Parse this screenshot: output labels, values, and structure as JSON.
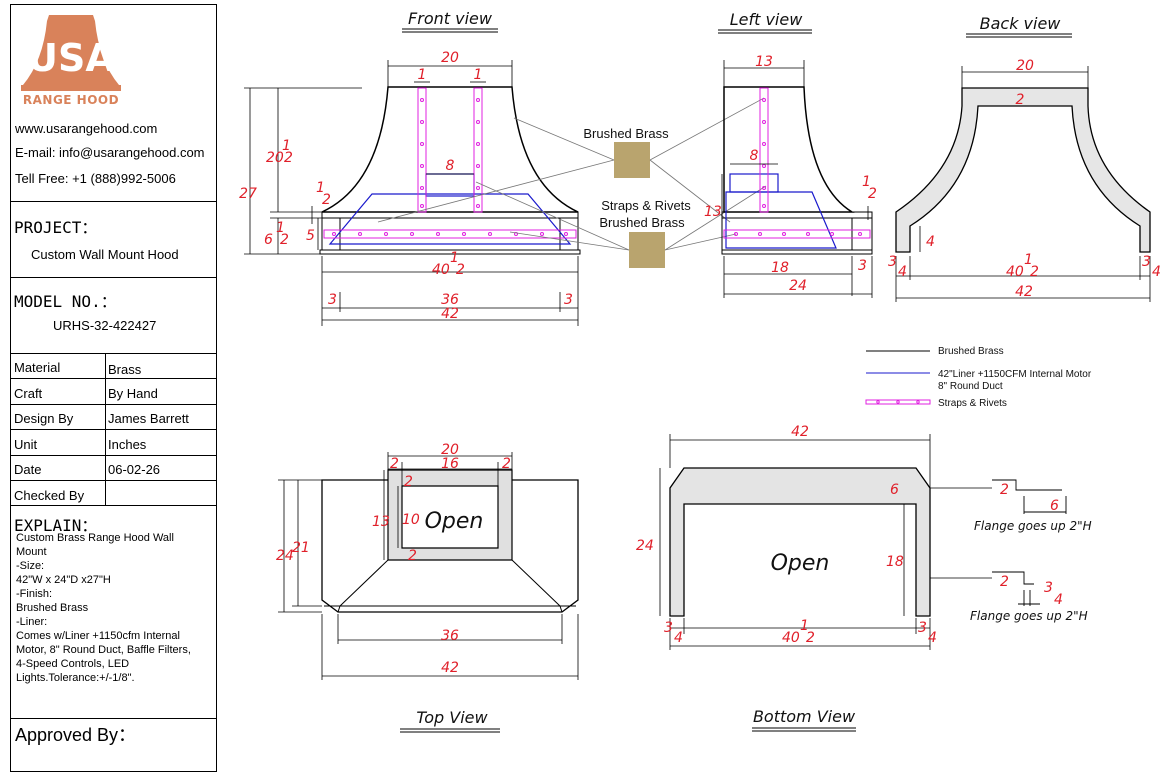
{
  "brand": {
    "logo_text": "USA",
    "logo_sub": "RANGE HOOD",
    "website": "www.usarangehood.com",
    "email": "E-mail: info@usarangehood.com",
    "phone": "Tell Free: +1 (888)992-5006",
    "logo_color": "#d9825a"
  },
  "project": {
    "label": "PROJECT：",
    "value": "Custom Wall Mount Hood"
  },
  "model": {
    "label": "MODEL NO.：",
    "value": "URHS-32-422427"
  },
  "specs": [
    {
      "label": "Material",
      "value": "Brass"
    },
    {
      "label": "Craft",
      "value": "By Hand"
    },
    {
      "label": "Design By",
      "value": "James Barrett"
    },
    {
      "label": "Unit",
      "value": "Inches"
    },
    {
      "label": "Date",
      "value": "06-02-26"
    },
    {
      "label": "Checked By",
      "value": ""
    }
  ],
  "explain": {
    "label": "EXPLAIN：",
    "lines": [
      "Custom Brass Range Hood Wall",
      "Mount",
      "-Size:",
      "42\"W x 24\"D x27\"H",
      "-Finish:",
      "Brushed Brass",
      "-Liner:",
      "Comes w/Liner +1150cfm Internal",
      "Motor, 8\" Round Duct, Baffle Filters,",
      "4-Speed Controls, LED",
      "Lights.Tolerance:+/-1/8\"."
    ]
  },
  "approved": {
    "label": "Approved By："
  },
  "views": {
    "front": "Front view",
    "left": "Left view",
    "back": "Back view",
    "top": "Top View",
    "bottom": "Bottom View"
  },
  "callouts": {
    "brushed_brass": "Brushed Brass",
    "straps_line1": "Straps & Rivets",
    "straps_line2": "Brushed Brass",
    "swatch_color": "#b9a46e"
  },
  "legend": {
    "items": [
      {
        "label": "Brushed Brass",
        "color": "#000000"
      },
      {
        "label": "42\"Liner +1150CFM Internal Motor",
        "label2": "8\" Round Duct",
        "color": "#1a1acc"
      },
      {
        "label": "Straps & Rivets",
        "color": "#e020e0"
      }
    ]
  },
  "open_label": "Open",
  "flange": {
    "note1": "Flange goes up 2\"H",
    "note2": "Flange goes up 2\"H"
  },
  "dims": {
    "front": {
      "top_width": "20",
      "strap1": "1",
      "strap2": "1",
      "height_total": "27",
      "upper_whole": "20",
      "upper_num": "1",
      "upper_den": "2",
      "upper_tick": "1",
      "upper_tick_den": "2",
      "band_height": "5",
      "lower_whole": "6",
      "lower_num": "1",
      "lower_den": "2",
      "liner_width": "8",
      "inner_whole": "40",
      "inner_num": "1",
      "inner_den": "2",
      "side_left": "3",
      "side_right": "3",
      "mid": "36",
      "overall": "42"
    },
    "left": {
      "top_width": "13",
      "liner_width": "8",
      "height": "13",
      "right_num": "1",
      "right_den": "2",
      "bottom_inner": "18",
      "bottom_side": "3",
      "overall": "24"
    },
    "back": {
      "top_width": "20",
      "top_thick": "2",
      "side_height": "4",
      "side_left_num": "3",
      "side_left_den": "4",
      "inner_whole": "40",
      "inner_num": "1",
      "inner_den": "2",
      "side_right_num": "3",
      "side_right_den": "4",
      "overall": "42"
    },
    "top": {
      "top_width": "20",
      "inner_width": "16",
      "frame_left": "2",
      "frame_right": "2",
      "opening_height": "10",
      "outer_height": "13",
      "frame_bottom": "2",
      "depth_inner": "21",
      "depth_outer": "24",
      "front_width": "36",
      "overall": "42"
    },
    "bottom": {
      "overall": "42",
      "band": "6",
      "depth": "24",
      "inner_depth": "18",
      "side_left_num": "3",
      "side_left_den": "4",
      "inner_whole": "40",
      "inner_num": "1",
      "inner_den": "2",
      "side_right_num": "3",
      "side_right_den": "4",
      "flange1_a": "2",
      "flange1_b": "6",
      "flange2_a": "2",
      "flange2_num": "3",
      "flange2_den": "4"
    }
  }
}
